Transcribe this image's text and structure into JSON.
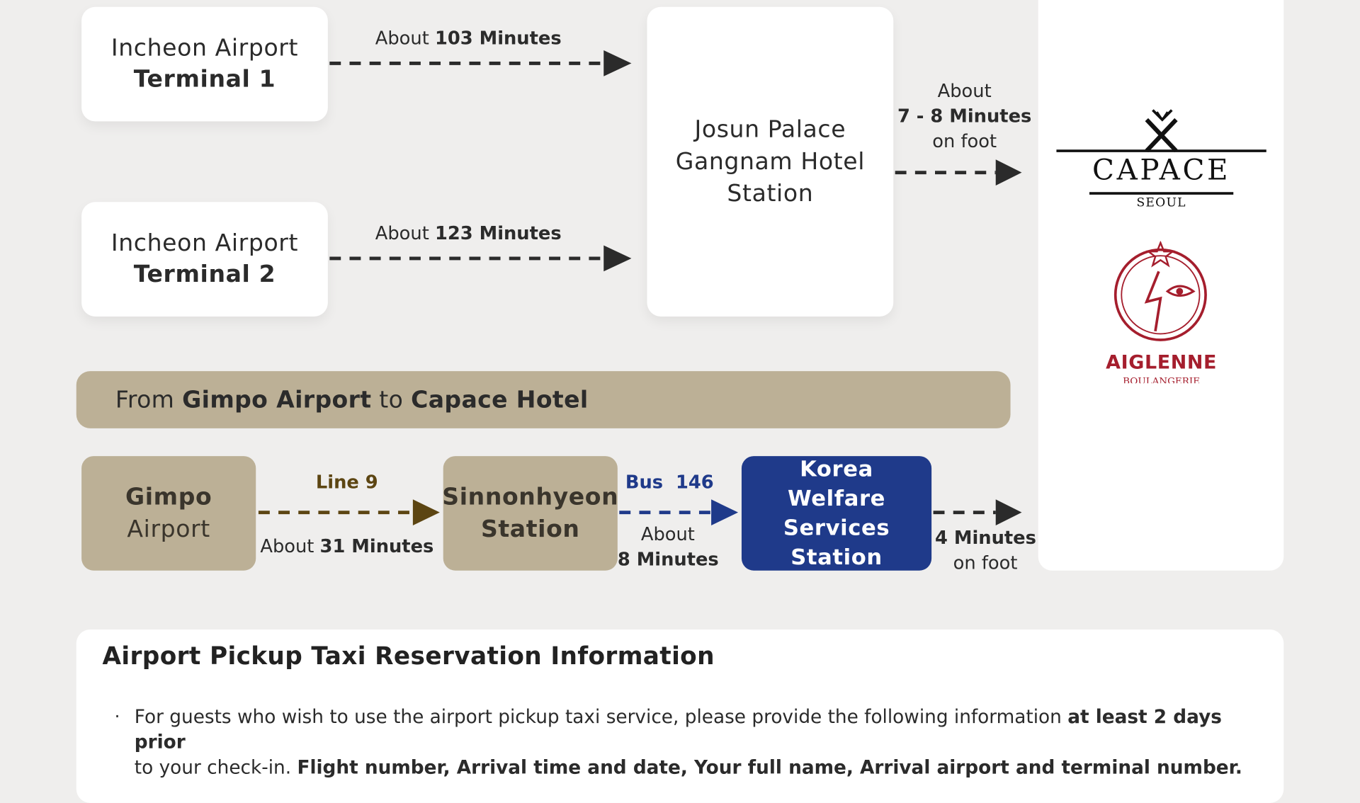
{
  "incheon": {
    "t1": {
      "line1": "Incheon Airport",
      "line2": "Terminal 1"
    },
    "t2": {
      "line1": "Incheon Airport",
      "line2": "Terminal 2"
    },
    "t1_time": {
      "prefix": "About ",
      "value": "103 Minutes"
    },
    "t2_time": {
      "prefix": "About ",
      "value": "123 Minutes"
    }
  },
  "josun": {
    "line1": "Josun Palace",
    "line2": "Gangnam Hotel",
    "line3": "Station"
  },
  "walk1": {
    "line1": "About",
    "line2": "7 - 8 Minutes",
    "line3": "on foot"
  },
  "logos": {
    "capace": {
      "name": "CAPACE",
      "sub": "SEOUL"
    },
    "aiglenne": {
      "name": "AIGLENNE",
      "sub": "BOULANGERIE",
      "color": "#a51e2d"
    }
  },
  "banner": {
    "p1": "From ",
    "b1": "Gimpo Airport",
    "p2": " to ",
    "b2": "Capace Hotel"
  },
  "gimpo_route": {
    "gimpo": {
      "line1": "Gimpo",
      "line2": "Airport"
    },
    "line9": {
      "label": "Line 9",
      "time_prefix": "About ",
      "time_value": "31 Minutes",
      "color": "#5c4512"
    },
    "sinnonhyeon": {
      "line1": "Sinnonhyeon",
      "line2": "Station"
    },
    "bus": {
      "label": "Bus  146",
      "line1": "About",
      "line2": "8 Minutes",
      "color": "#1f3a8a"
    },
    "korea": {
      "line1": "Korea",
      "line2": "Welfare Services",
      "line3": "Station"
    },
    "walk2": {
      "line1": "4 Minutes",
      "line2": "on foot"
    }
  },
  "info": {
    "title": "Airport Pickup Taxi Reservation Information",
    "bullet": "·",
    "t1": "For guests who wish to use the airport pickup taxi service, please provide the following information ",
    "b1": "at least 2 days prior",
    "t2": "to your check-in. ",
    "b2": "Flight number, Arrival time and date, Your full name, Arrival airport and terminal number."
  },
  "colors": {
    "tan": "#bcb096",
    "navy": "#1f3a8a",
    "background": "#efeeed"
  }
}
